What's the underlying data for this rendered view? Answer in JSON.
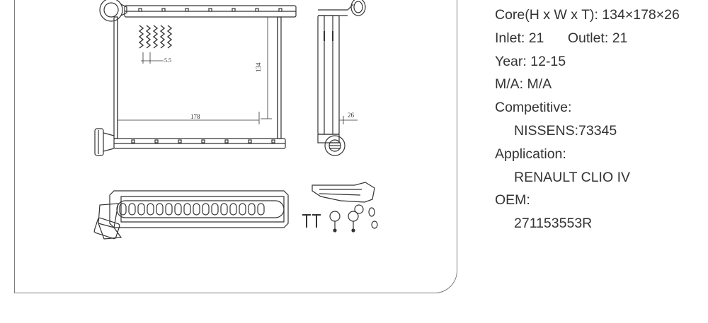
{
  "drawing": {
    "dimensions": {
      "height": "134",
      "width": "178",
      "thickness": "26",
      "fin_pitch": "5.5"
    }
  },
  "specs": {
    "core_label": "Core(H x W x T):",
    "core_value": "134×178×26",
    "inlet_label": "Inlet:",
    "inlet_value": "21",
    "outlet_label": "Outlet:",
    "outlet_value": "21",
    "year_label": "Year:",
    "year_value": "12-15",
    "ma_label": "M/A:",
    "ma_value": "M/A",
    "competitive_label": "Competitive:",
    "competitive_value": "NISSENS:73345",
    "application_label": "Application:",
    "application_value": "RENAULT CLIO IV",
    "oem_label": "OEM:",
    "oem_value": "271153553R"
  },
  "colors": {
    "line": "#333333",
    "border": "#7d7d7d",
    "text": "#333333"
  }
}
